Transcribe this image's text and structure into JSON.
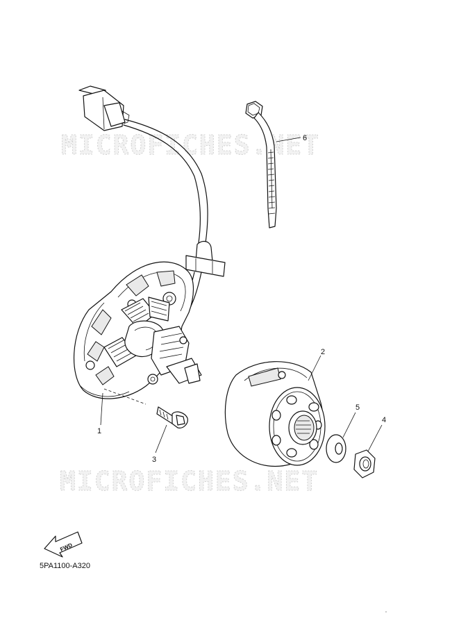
{
  "watermark": {
    "top_text": "MICROFICHES.NET",
    "bottom_text": "MICROFICHES.NET"
  },
  "callouts": [
    {
      "id": "1",
      "label": "1"
    },
    {
      "id": "2",
      "label": "2"
    },
    {
      "id": "3",
      "label": "3"
    },
    {
      "id": "4",
      "label": "4"
    },
    {
      "id": "5",
      "label": "5"
    },
    {
      "id": "6",
      "label": "6"
    }
  ],
  "fwd_label": "FWD",
  "diagram_code": "5PA1100-A320",
  "icons": {
    "fwd": "fwd-arrow-icon"
  }
}
